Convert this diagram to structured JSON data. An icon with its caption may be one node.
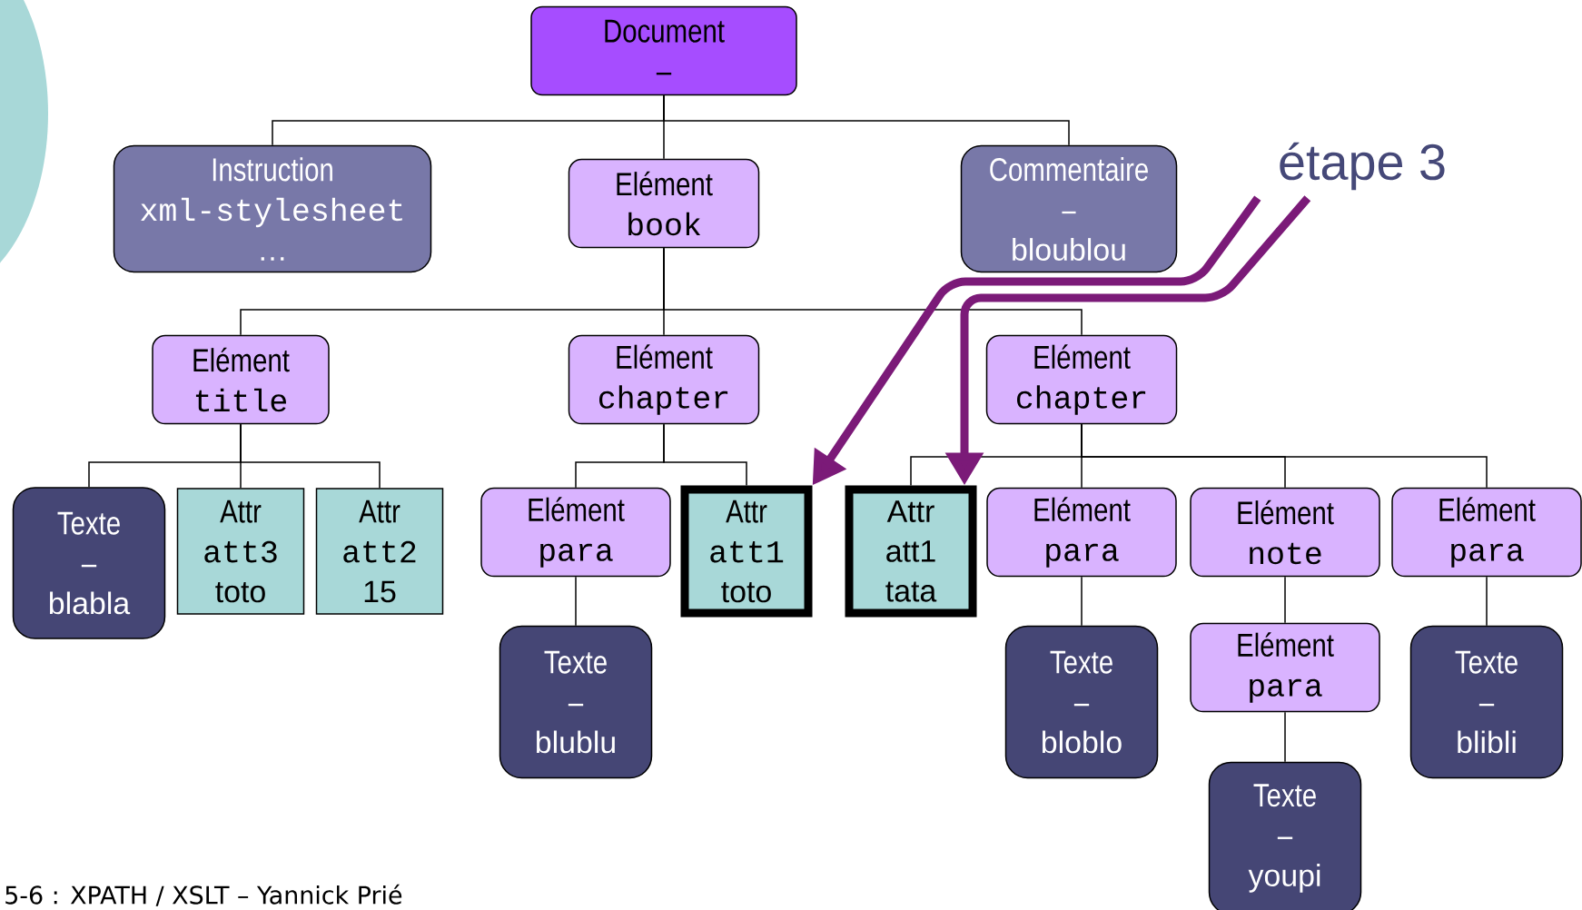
{
  "diagram": {
    "nodes": [
      {
        "text": [
          "Document",
          "–"
        ]
      },
      {
        "text": [
          "Instruction",
          "xml-stylesheet",
          "…"
        ]
      },
      {
        "text": [
          "Elément",
          "book"
        ]
      },
      {
        "text": [
          "Commentaire",
          "–",
          "bloublou"
        ]
      },
      {
        "text": [
          "Elément",
          "title"
        ]
      },
      {
        "text": [
          "Elément",
          "chapter"
        ]
      },
      {
        "text": [
          "Elément",
          "chapter"
        ]
      },
      {
        "text": [
          "Texte",
          "–",
          "blabla"
        ]
      },
      {
        "text": [
          "Attr",
          "att3",
          "toto"
        ]
      },
      {
        "text": [
          "Attr",
          "att2",
          "15"
        ]
      },
      {
        "text": [
          "Elément",
          "para"
        ]
      },
      {
        "text": [
          "Attr",
          "att1",
          "toto"
        ]
      },
      {
        "text": [
          "Attr",
          "att1",
          "tata"
        ]
      },
      {
        "text": [
          "Elément",
          "para"
        ]
      },
      {
        "text": [
          "Elément",
          "note"
        ]
      },
      {
        "text": [
          "Elément",
          "para"
        ]
      },
      {
        "text": [
          "Texte",
          "–",
          "blublu"
        ]
      },
      {
        "text": [
          "Texte",
          "–",
          "bloblo"
        ]
      },
      {
        "text": [
          "Elément",
          "para"
        ]
      },
      {
        "text": [
          "Texte",
          "–",
          "blibli"
        ]
      },
      {
        "text": [
          "Texte",
          "–",
          "youpi"
        ]
      },
      {
        "text": [
          "étape 3"
        ]
      }
    ],
    "edges": [
      {
        "from": 0,
        "to": 1,
        "arrow": "none"
      },
      {
        "from": 0,
        "to": 2,
        "arrow": "none"
      },
      {
        "from": 0,
        "to": 3,
        "arrow": "none"
      },
      {
        "from": 2,
        "to": 4,
        "arrow": "none"
      },
      {
        "from": 2,
        "to": 5,
        "arrow": "none"
      },
      {
        "from": 2,
        "to": 6,
        "arrow": "none"
      },
      {
        "from": 4,
        "to": 7,
        "arrow": "none"
      },
      {
        "from": 4,
        "to": 8,
        "arrow": "none"
      },
      {
        "from": 4,
        "to": 9,
        "arrow": "none"
      },
      {
        "from": 5,
        "to": 10,
        "arrow": "none"
      },
      {
        "from": 5,
        "to": 11,
        "arrow": "none"
      },
      {
        "from": 6,
        "to": 12,
        "arrow": "none"
      },
      {
        "from": 6,
        "to": 13,
        "arrow": "none"
      },
      {
        "from": 6,
        "to": 14,
        "arrow": "none"
      },
      {
        "from": 6,
        "to": 15,
        "arrow": "none"
      },
      {
        "from": 10,
        "to": 16,
        "arrow": "none"
      },
      {
        "from": 13,
        "to": 17,
        "arrow": "none"
      },
      {
        "from": 14,
        "to": 18,
        "arrow": "none"
      },
      {
        "from": 18,
        "to": 20,
        "arrow": "none"
      },
      {
        "from": 15,
        "to": 19,
        "arrow": "none"
      },
      {
        "from": 21,
        "to": 11,
        "arrow": "to",
        "style": "thick",
        "color": "#7b1a78"
      },
      {
        "from": 21,
        "to": 12,
        "arrow": "to",
        "style": "thick",
        "color": "#7b1a78"
      }
    ],
    "labels": [
      "5-6 : XPATH / XSLT – Yannick Prié"
    ]
  }
}
